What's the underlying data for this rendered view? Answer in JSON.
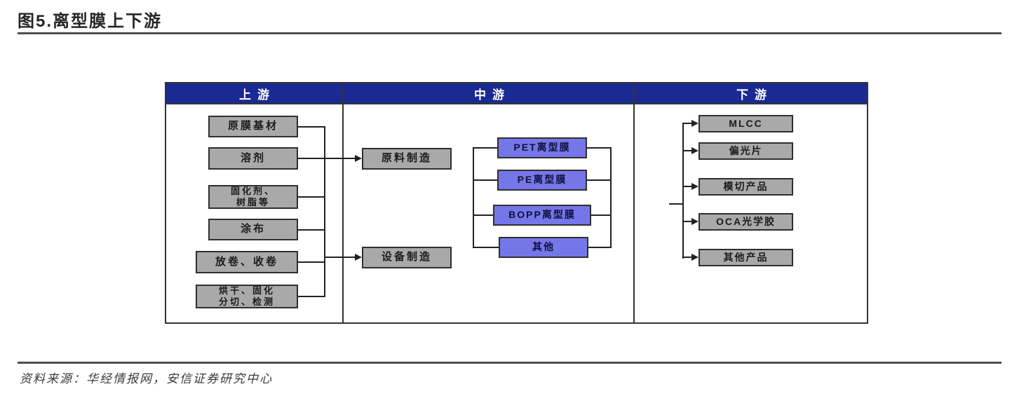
{
  "title": "图5.离型膜上下游",
  "source": "资料来源：华经情报网，安信证券研究中心",
  "colors": {
    "header_bg": "#1a2a92",
    "box_gray": "#a9a9a9",
    "box_blue": "#7577e8",
    "node_border": "#2f2f2f",
    "line": "#222222",
    "rule": "#4f4f4f",
    "table_border": "#333333"
  },
  "diagram": {
    "headers": [
      "上游",
      "中游",
      "下游"
    ],
    "upstream": [
      "原膜基材",
      "溶剂",
      "固化剂、\n树脂等",
      "涂布",
      "放卷、收卷",
      "烘干、固化\n分切、检测"
    ],
    "midstream_gray": [
      "原料制造",
      "设备制造"
    ],
    "midstream_blue": [
      "PET离型膜",
      "PE离型膜",
      "BOPP离型膜",
      "其他"
    ],
    "downstream": [
      "MLCC",
      "偏光片",
      "模切产品",
      "OCA光学胶",
      "其他产品"
    ]
  }
}
